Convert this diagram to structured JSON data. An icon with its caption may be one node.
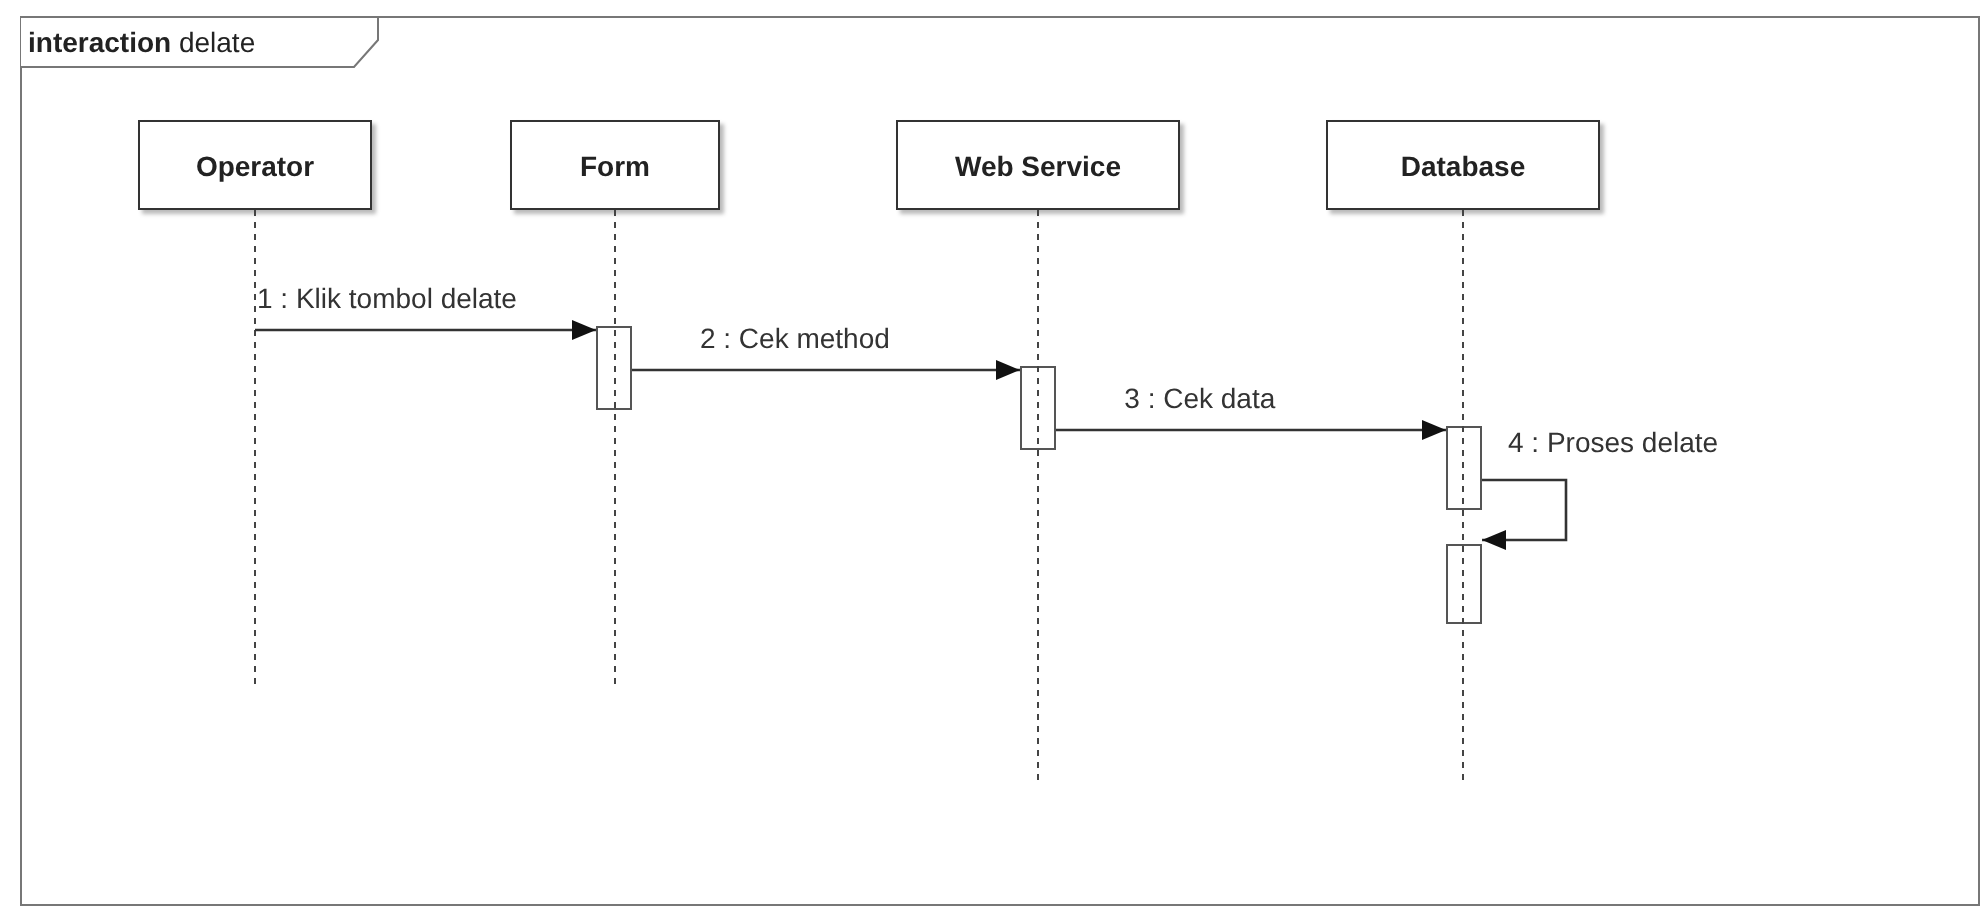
{
  "diagram": {
    "nodes": [
      {
        "text": [
          "**interaction** delate"
        ]
      },
      {
        "text": [
          "Operator"
        ],
        "in": 0
      },
      {
        "text": [
          "Form"
        ],
        "in": 0
      },
      {
        "text": [
          "Web Service"
        ],
        "in": 0
      },
      {
        "text": [
          "Database"
        ],
        "in": 0
      },
      {
        "text": [],
        "shape": "bar",
        "in": 0
      },
      {
        "text": [],
        "shape": "bar",
        "in": 0
      },
      {
        "text": [],
        "shape": "bar",
        "in": 0
      },
      {
        "text": [],
        "shape": "bar",
        "in": 0
      }
    ],
    "edges": [
      {
        "from": 1,
        "to": 5,
        "arrow": "to",
        "label": "1 : Klik tombol delate"
      },
      {
        "from": 5,
        "to": 6,
        "arrow": "to",
        "label": "2 : Cek method"
      },
      {
        "from": 6,
        "to": 7,
        "arrow": "to",
        "label": "3 : Cek data"
      },
      {
        "from": 7,
        "to": 8,
        "arrow": "to",
        "label": "4 : Proses delate"
      }
    ]
  }
}
